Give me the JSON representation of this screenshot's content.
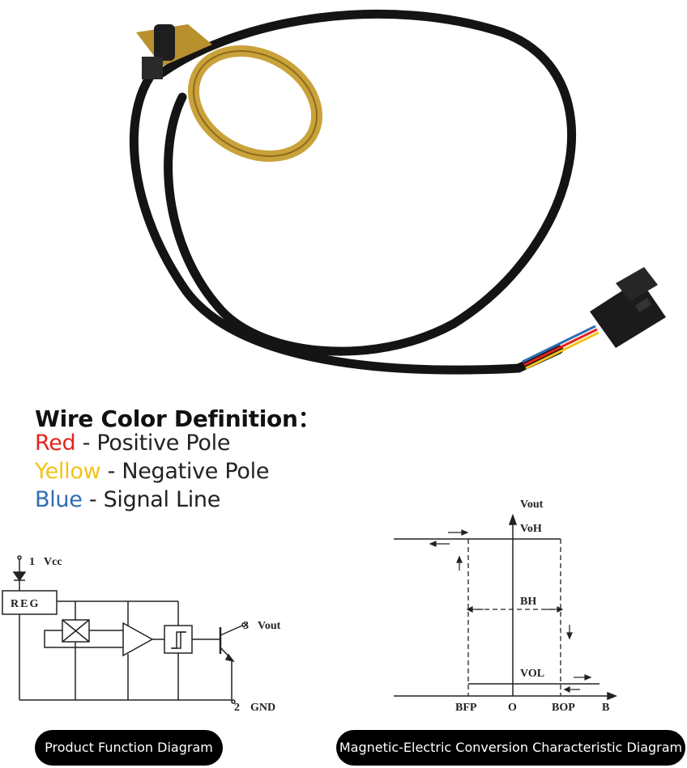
{
  "legend": {
    "title": "Wire Color Definition：",
    "items": [
      {
        "color_word": "Red",
        "desc": " - Positive Pole",
        "color": "#e3241b"
      },
      {
        "color_word": "Yellow",
        "desc": " - Negative Pole",
        "color": "#f2c318"
      },
      {
        "color_word": "Blue",
        "desc": " - Signal Line",
        "color": "#2f6db2"
      }
    ]
  },
  "circuit": {
    "pin1": "1",
    "vcc": "Vcc",
    "reg": "REG",
    "pin3": "3",
    "vout": "Vout",
    "pin2": "2",
    "gnd": "GND"
  },
  "graph": {
    "y_axis": "Vout",
    "voh": "VoH",
    "bh": "BH",
    "vol": "VOL",
    "bfp": "BFP",
    "origin": "O",
    "bop": "BOP",
    "x_axis": "B"
  },
  "captions": {
    "left": "Product Function Diagram",
    "right": "Magnetic-Electric Conversion Characteristic Diagram"
  },
  "colors": {
    "wire_red": "#e3241b",
    "wire_yellow": "#f2c318",
    "wire_blue": "#2f6db2",
    "bracket": "#c9a23a",
    "cable": "#141414"
  }
}
